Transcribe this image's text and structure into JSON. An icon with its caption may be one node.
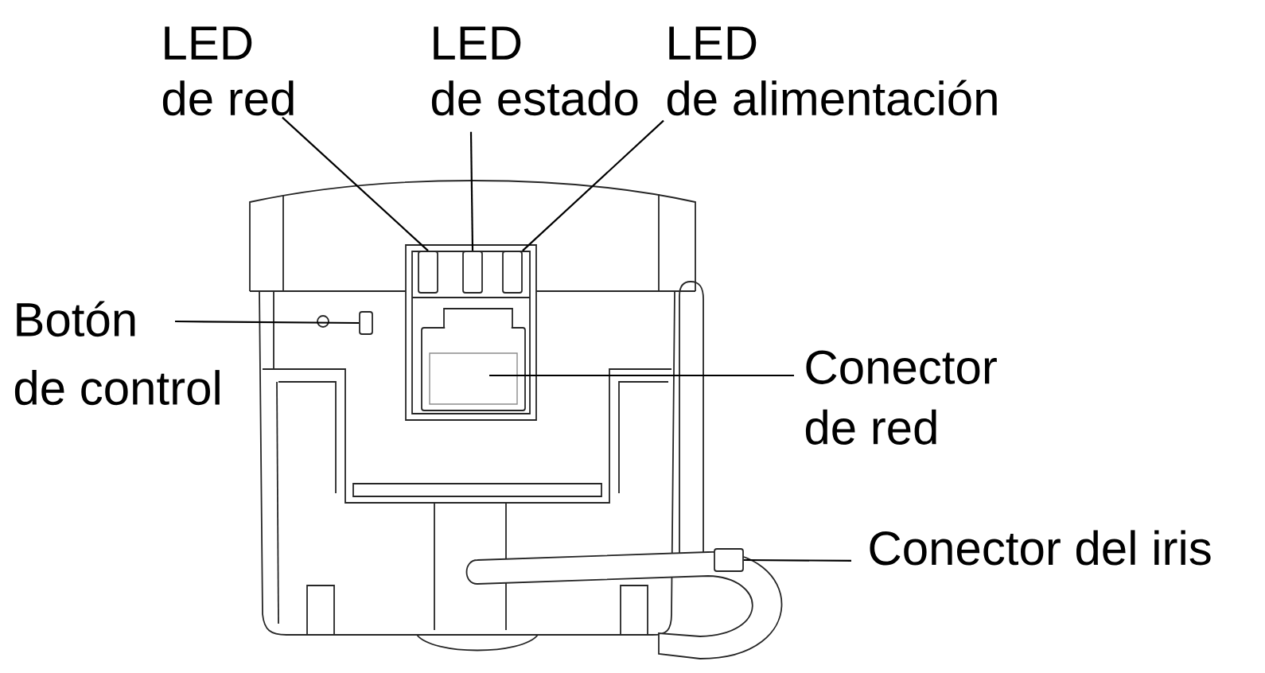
{
  "diagram": {
    "nodes": [
      {
        "text": [
          "LED de red"
        ]
      },
      {
        "text": [
          "LED de estado"
        ]
      },
      {
        "text": [
          "LED de alimentación"
        ]
      },
      {
        "text": [
          "Botón de control"
        ]
      },
      {
        "text": [
          "Conector de red"
        ]
      },
      {
        "text": [
          "Conector del iris"
        ]
      },
      {
        "text": [],
        "shape": "box"
      },
      {
        "text": [],
        "shape": "box"
      },
      {
        "text": [],
        "shape": "box"
      },
      {
        "text": [],
        "shape": "box"
      },
      {
        "text": [],
        "shape": "box"
      },
      {
        "text": [],
        "shape": "box"
      }
    ],
    "edges": [
      {
        "from": 0,
        "to": 6,
        "arrow": "none"
      },
      {
        "from": 1,
        "to": 7,
        "arrow": "none"
      },
      {
        "from": 2,
        "to": 8,
        "arrow": "none"
      },
      {
        "from": 3,
        "to": 9,
        "arrow": "none"
      },
      {
        "from": 4,
        "to": 10,
        "arrow": "none"
      },
      {
        "from": 5,
        "to": 11,
        "arrow": "none"
      }
    ]
  }
}
